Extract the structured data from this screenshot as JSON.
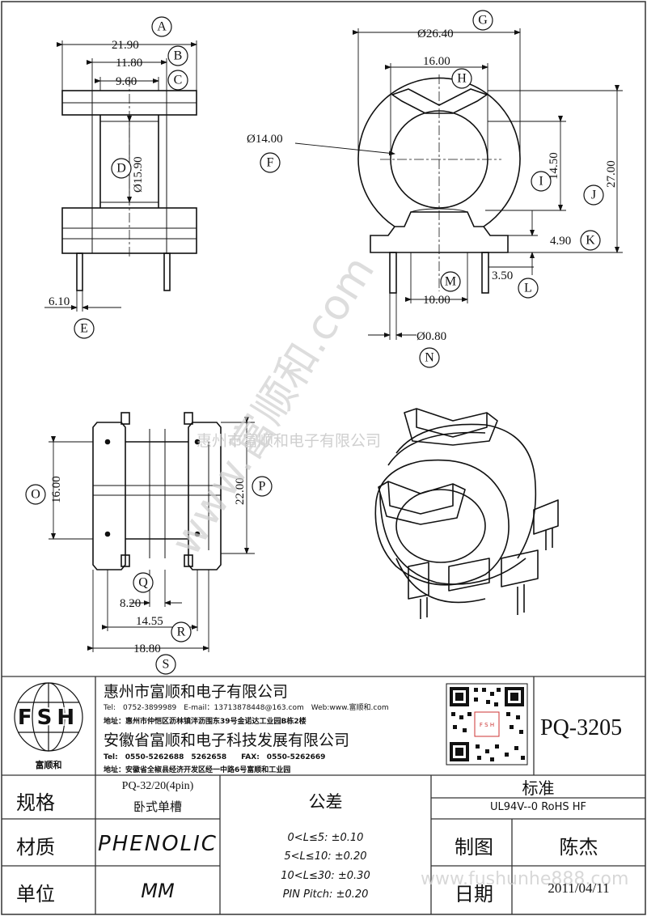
{
  "dimensions": {
    "A": "21.90",
    "B": "11.80",
    "C": "9.60",
    "D": "Ø15.90",
    "E": "6.10",
    "G": "Ø26.40",
    "H": "16.00",
    "F": "Ø14.00",
    "I": "14.50",
    "J": "27.00",
    "K": "4.90",
    "L": "3.50",
    "M": "10.00",
    "N": "Ø0.80",
    "O": "16.00",
    "P": "22.00",
    "Q": "8.20",
    "R": "14.55",
    "S": "18.80"
  },
  "callouts": [
    "A",
    "B",
    "C",
    "D",
    "E",
    "F",
    "G",
    "H",
    "I",
    "J",
    "K",
    "L",
    "M",
    "N",
    "O",
    "P",
    "Q",
    "R",
    "S"
  ],
  "watermarks": {
    "diagonal": "www.富顺和.com",
    "company_line": "惠州市富顺和电子有限公司",
    "footer": "www.fushunhe888.com"
  },
  "header": {
    "logo_text": "FSH",
    "logo_caption": "富顺和",
    "company1": "惠州市富顺和电子有限公司",
    "tel1": "Tel:　0752-3899989　E-mail：13713878448@163.com　Web:www.富顺和.com",
    "addr1": "地址：惠州市仲恺区沥林镇泮沥围东39号金诺达工业园B栋2楼",
    "company2": "安徽省富顺和电子科技发展有限公司",
    "tel2": "Tel:　0550-5262688　5262658　　FAX:　0550-5262669",
    "addr2": "地址：安徽省全椒县经济开发区经一中路6号富顺和工业园",
    "qr_center": "F S H",
    "part_no": "PQ-3205"
  },
  "table": {
    "spec_label": "规格",
    "spec_value1": "PQ-32/20(4pin)",
    "spec_value2": "卧式单槽",
    "tolerance_label": "公差",
    "standard_label": "标准",
    "standard_value": "UL94V--0  RoHS HF",
    "material_label": "材质",
    "material_value": "PHENOLIC",
    "tol1": "0<L≤5: ±0.10",
    "tol2": "5<L≤10: ±0.20",
    "tol3": "10<L≤30: ±0.30",
    "tol4": "PIN Pitch: ±0.20",
    "drawn_label": "制图",
    "drawn_value": "陈杰",
    "unit_label": "单位",
    "unit_value": "MM",
    "date_label": "日期",
    "date_value": "2011/04/11"
  }
}
